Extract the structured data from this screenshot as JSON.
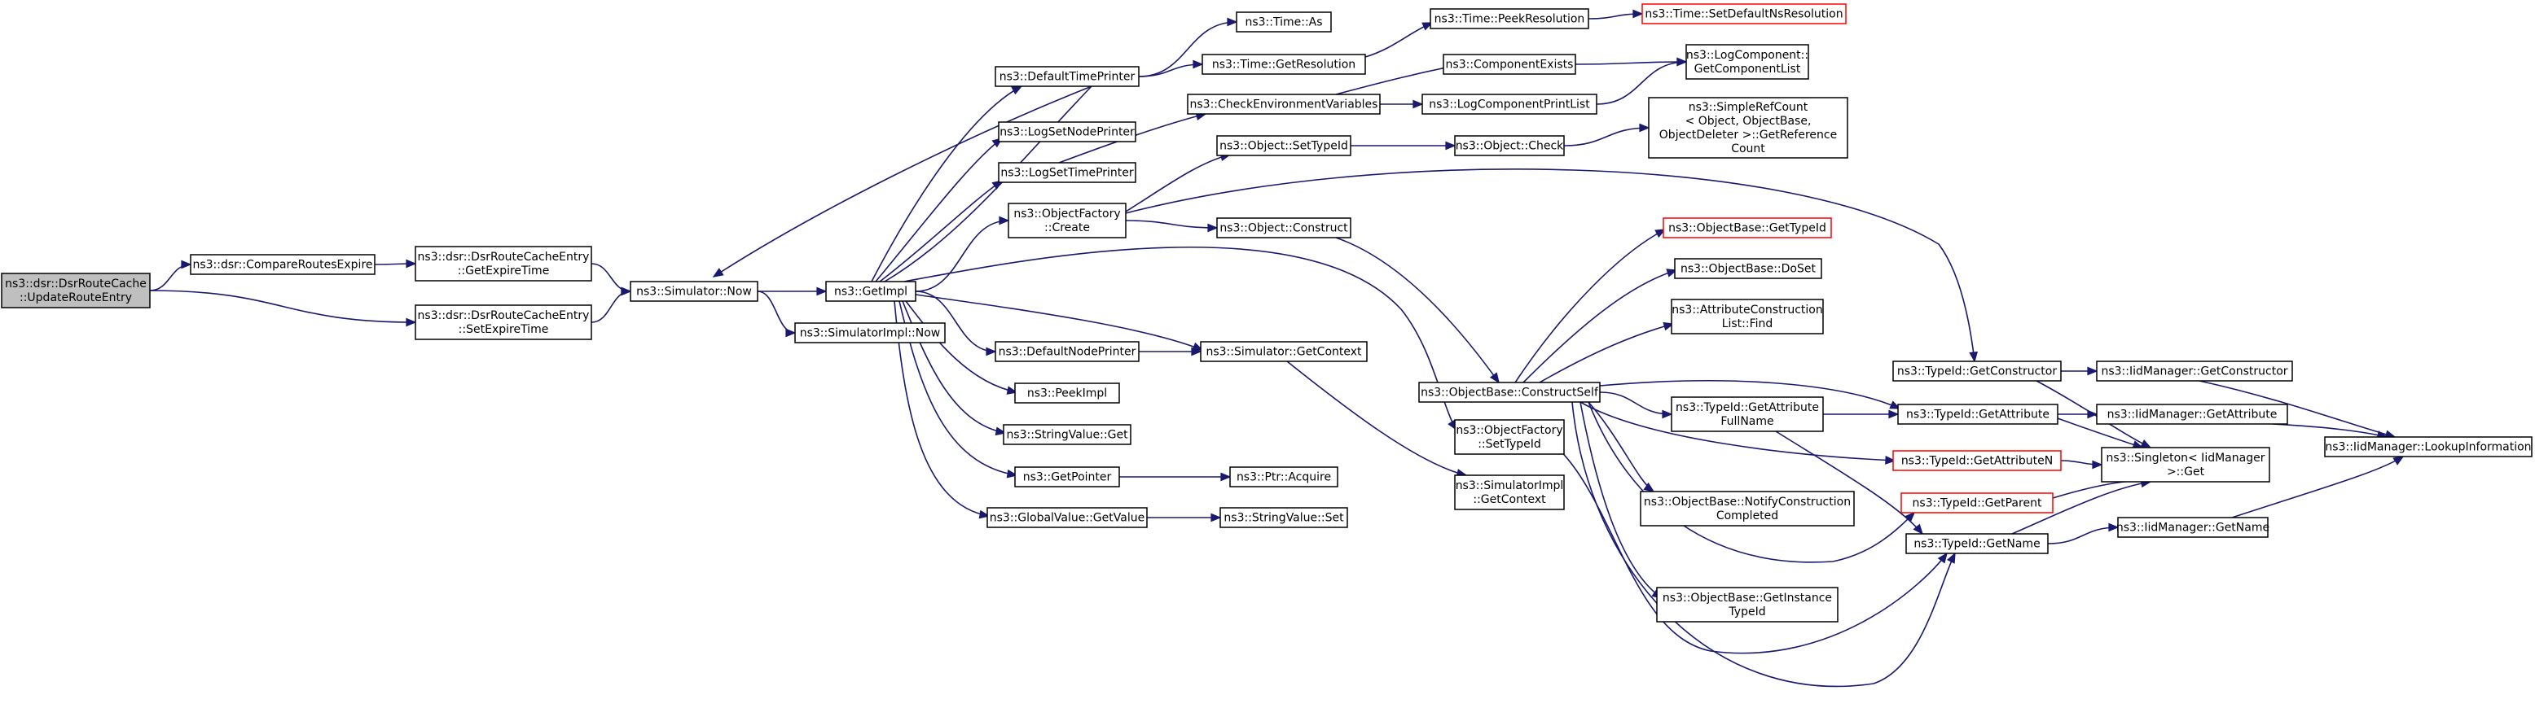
{
  "diagram": {
    "type": "call-graph",
    "nodes": [
      {
        "id": "updateRouteEntry",
        "lines": [
          "ns3::dsr::DsrRouteCache",
          "::UpdateRouteEntry"
        ],
        "style": "root"
      },
      {
        "id": "compareRoutesExpire",
        "lines": [
          "ns3::dsr::CompareRoutesExpire"
        ]
      },
      {
        "id": "getExpireTime",
        "lines": [
          "ns3::dsr::DsrRouteCacheEntry",
          "::GetExpireTime"
        ]
      },
      {
        "id": "setExpireTime",
        "lines": [
          "ns3::dsr::DsrRouteCacheEntry",
          "::SetExpireTime"
        ]
      },
      {
        "id": "simulatorNow",
        "lines": [
          "ns3::Simulator::Now"
        ]
      },
      {
        "id": "getImpl",
        "lines": [
          "ns3::GetImpl"
        ]
      },
      {
        "id": "simulatorImplNow",
        "lines": [
          "ns3::SimulatorImpl::Now"
        ]
      },
      {
        "id": "defaultTimePrinter",
        "lines": [
          "ns3::DefaultTimePrinter"
        ]
      },
      {
        "id": "logSetNodePrinter",
        "lines": [
          "ns3::LogSetNodePrinter"
        ]
      },
      {
        "id": "logSetTimePrinter",
        "lines": [
          "ns3::LogSetTimePrinter"
        ]
      },
      {
        "id": "objectFactoryCreate",
        "lines": [
          "ns3::ObjectFactory",
          "::Create"
        ]
      },
      {
        "id": "defaultNodePrinter",
        "lines": [
          "ns3::DefaultNodePrinter"
        ]
      },
      {
        "id": "peekImpl",
        "lines": [
          "ns3::PeekImpl"
        ]
      },
      {
        "id": "stringValueGet",
        "lines": [
          "ns3::StringValue::Get"
        ]
      },
      {
        "id": "getPointer",
        "lines": [
          "ns3::GetPointer"
        ]
      },
      {
        "id": "globalValueGetValue",
        "lines": [
          "ns3::GlobalValue::GetValue"
        ]
      },
      {
        "id": "timeAs",
        "lines": [
          "ns3::Time::As"
        ]
      },
      {
        "id": "timeGetResolution",
        "lines": [
          "ns3::Time::GetResolution"
        ]
      },
      {
        "id": "checkEnvVars",
        "lines": [
          "ns3::CheckEnvironmentVariables"
        ]
      },
      {
        "id": "objectSetTypeId",
        "lines": [
          "ns3::Object::SetTypeId"
        ]
      },
      {
        "id": "objectConstruct",
        "lines": [
          "ns3::Object::Construct"
        ]
      },
      {
        "id": "simulatorGetContext",
        "lines": [
          "ns3::Simulator::GetContext"
        ]
      },
      {
        "id": "ptrAcquire",
        "lines": [
          "ns3::Ptr::Acquire"
        ]
      },
      {
        "id": "stringValueSet",
        "lines": [
          "ns3::StringValue::Set"
        ]
      },
      {
        "id": "timePeekResolution",
        "lines": [
          "ns3::Time::PeekResolution"
        ]
      },
      {
        "id": "componentExists",
        "lines": [
          "ns3::ComponentExists"
        ]
      },
      {
        "id": "logComponentPrintList",
        "lines": [
          "ns3::LogComponentPrintList"
        ]
      },
      {
        "id": "objectCheck",
        "lines": [
          "ns3::Object::Check"
        ]
      },
      {
        "id": "constructSelf",
        "lines": [
          "ns3::ObjectBase::ConstructSelf"
        ]
      },
      {
        "id": "objectFactorySetTypeId",
        "lines": [
          "ns3::ObjectFactory",
          "::SetTypeId"
        ]
      },
      {
        "id": "simulatorImplGetContext",
        "lines": [
          "ns3::SimulatorImpl",
          "::GetContext"
        ]
      },
      {
        "id": "setDefaultNsResolution",
        "lines": [
          "ns3::Time::SetDefaultNsResolution"
        ],
        "style": "red"
      },
      {
        "id": "getComponentList",
        "lines": [
          "ns3::LogComponent::",
          "GetComponentList"
        ]
      },
      {
        "id": "simpleRefCount",
        "lines": [
          "ns3::SimpleRefCount",
          "< Object, ObjectBase,",
          "ObjectDeleter >::GetReference",
          "Count"
        ]
      },
      {
        "id": "objectBaseGetTypeId",
        "lines": [
          "ns3::ObjectBase::GetTypeId"
        ],
        "style": "red"
      },
      {
        "id": "objectBaseDoSet",
        "lines": [
          "ns3::ObjectBase::DoSet"
        ]
      },
      {
        "id": "attrConstructionListFind",
        "lines": [
          "ns3::AttributeConstruction",
          "List::Find"
        ]
      },
      {
        "id": "typeIdGetAttributeFullName",
        "lines": [
          "ns3::TypeId::GetAttribute",
          "FullName"
        ]
      },
      {
        "id": "notifyConstructionCompleted",
        "lines": [
          "ns3::ObjectBase::NotifyConstruction",
          "Completed"
        ]
      },
      {
        "id": "getInstanceTypeId",
        "lines": [
          "ns3::ObjectBase::GetInstance",
          "TypeId"
        ]
      },
      {
        "id": "typeIdGetConstructor",
        "lines": [
          "ns3::TypeId::GetConstructor"
        ]
      },
      {
        "id": "typeIdGetAttribute",
        "lines": [
          "ns3::TypeId::GetAttribute"
        ]
      },
      {
        "id": "typeIdGetAttributeN",
        "lines": [
          "ns3::TypeId::GetAttributeN"
        ],
        "style": "red"
      },
      {
        "id": "typeIdGetParent",
        "lines": [
          "ns3::TypeId::GetParent"
        ],
        "style": "red"
      },
      {
        "id": "typeIdGetName",
        "lines": [
          "ns3::TypeId::GetName"
        ]
      },
      {
        "id": "iidGetConstructor",
        "lines": [
          "ns3::IidManager::GetConstructor"
        ]
      },
      {
        "id": "iidGetAttribute",
        "lines": [
          "ns3::IidManager::GetAttribute"
        ]
      },
      {
        "id": "singletonGet",
        "lines": [
          "ns3::Singleton< IidManager",
          ">::Get"
        ]
      },
      {
        "id": "iidGetName",
        "lines": [
          "ns3::IidManager::GetName"
        ]
      },
      {
        "id": "iidLookupInformation",
        "lines": [
          "ns3::IidManager::LookupInformation"
        ]
      }
    ],
    "edges": [
      {
        "from": "updateRouteEntry",
        "to": "compareRoutesExpire"
      },
      {
        "from": "updateRouteEntry",
        "to": "setExpireTime"
      },
      {
        "from": "compareRoutesExpire",
        "to": "getExpireTime"
      },
      {
        "from": "getExpireTime",
        "to": "simulatorNow"
      },
      {
        "from": "setExpireTime",
        "to": "simulatorNow"
      },
      {
        "from": "simulatorNow",
        "to": "getImpl"
      },
      {
        "from": "simulatorNow",
        "to": "simulatorImplNow"
      },
      {
        "from": "getImpl",
        "to": "simulatorNow"
      },
      {
        "from": "getImpl",
        "to": "defaultTimePrinter"
      },
      {
        "from": "getImpl",
        "to": "logSetNodePrinter"
      },
      {
        "from": "getImpl",
        "to": "logSetTimePrinter"
      },
      {
        "from": "getImpl",
        "to": "objectFactoryCreate"
      },
      {
        "from": "getImpl",
        "to": "objectFactorySetTypeId"
      },
      {
        "from": "getImpl",
        "to": "defaultNodePrinter"
      },
      {
        "from": "getImpl",
        "to": "simulatorGetContext"
      },
      {
        "from": "getImpl",
        "to": "peekImpl"
      },
      {
        "from": "getImpl",
        "to": "stringValueGet"
      },
      {
        "from": "getImpl",
        "to": "getPointer"
      },
      {
        "from": "getImpl",
        "to": "globalValueGetValue"
      },
      {
        "from": "defaultTimePrinter",
        "to": "timeAs"
      },
      {
        "from": "defaultTimePrinter",
        "to": "timeGetResolution"
      },
      {
        "from": "timeGetResolution",
        "to": "timePeekResolution"
      },
      {
        "from": "timePeekResolution",
        "to": "setDefaultNsResolution"
      },
      {
        "from": "logSetTimePrinter",
        "to": "checkEnvVars"
      },
      {
        "from": "checkEnvVars",
        "to": "componentExists"
      },
      {
        "from": "checkEnvVars",
        "to": "logComponentPrintList"
      },
      {
        "from": "componentExists",
        "to": "getComponentList"
      },
      {
        "from": "logComponentPrintList",
        "to": "getComponentList"
      },
      {
        "from": "objectFactoryCreate",
        "to": "objectSetTypeId"
      },
      {
        "from": "objectFactoryCreate",
        "to": "objectConstruct"
      },
      {
        "from": "objectFactoryCreate",
        "to": "typeIdGetConstructor"
      },
      {
        "from": "objectSetTypeId",
        "to": "objectCheck"
      },
      {
        "from": "objectCheck",
        "to": "simpleRefCount"
      },
      {
        "from": "objectConstruct",
        "to": "constructSelf"
      },
      {
        "from": "defaultNodePrinter",
        "to": "simulatorGetContext"
      },
      {
        "from": "simulatorGetContext",
        "to": "simulatorImplGetContext"
      },
      {
        "from": "getPointer",
        "to": "ptrAcquire"
      },
      {
        "from": "globalValueGetValue",
        "to": "stringValueSet"
      },
      {
        "from": "constructSelf",
        "to": "objectBaseGetTypeId"
      },
      {
        "from": "constructSelf",
        "to": "objectBaseDoSet"
      },
      {
        "from": "constructSelf",
        "to": "attrConstructionListFind"
      },
      {
        "from": "constructSelf",
        "to": "typeIdGetAttributeFullName"
      },
      {
        "from": "constructSelf",
        "to": "typeIdGetAttribute"
      },
      {
        "from": "constructSelf",
        "to": "typeIdGetAttributeN"
      },
      {
        "from": "constructSelf",
        "to": "notifyConstructionCompleted"
      },
      {
        "from": "constructSelf",
        "to": "getInstanceTypeId"
      },
      {
        "from": "constructSelf",
        "to": "typeIdGetParent"
      },
      {
        "from": "constructSelf",
        "to": "typeIdGetName"
      },
      {
        "from": "objectFactorySetTypeId",
        "to": "typeIdGetName"
      },
      {
        "from": "typeIdGetAttributeFullName",
        "to": "typeIdGetAttribute"
      },
      {
        "from": "typeIdGetAttributeFullName",
        "to": "typeIdGetName"
      },
      {
        "from": "typeIdGetConstructor",
        "to": "iidGetConstructor"
      },
      {
        "from": "typeIdGetConstructor",
        "to": "singletonGet"
      },
      {
        "from": "typeIdGetAttribute",
        "to": "iidGetAttribute"
      },
      {
        "from": "typeIdGetAttribute",
        "to": "singletonGet"
      },
      {
        "from": "typeIdGetAttributeN",
        "to": "singletonGet"
      },
      {
        "from": "typeIdGetParent",
        "to": "singletonGet"
      },
      {
        "from": "typeIdGetName",
        "to": "singletonGet"
      },
      {
        "from": "typeIdGetName",
        "to": "iidGetName"
      },
      {
        "from": "iidGetConstructor",
        "to": "iidLookupInformation"
      },
      {
        "from": "iidGetAttribute",
        "to": "iidLookupInformation"
      },
      {
        "from": "iidGetName",
        "to": "iidLookupInformation"
      }
    ]
  }
}
